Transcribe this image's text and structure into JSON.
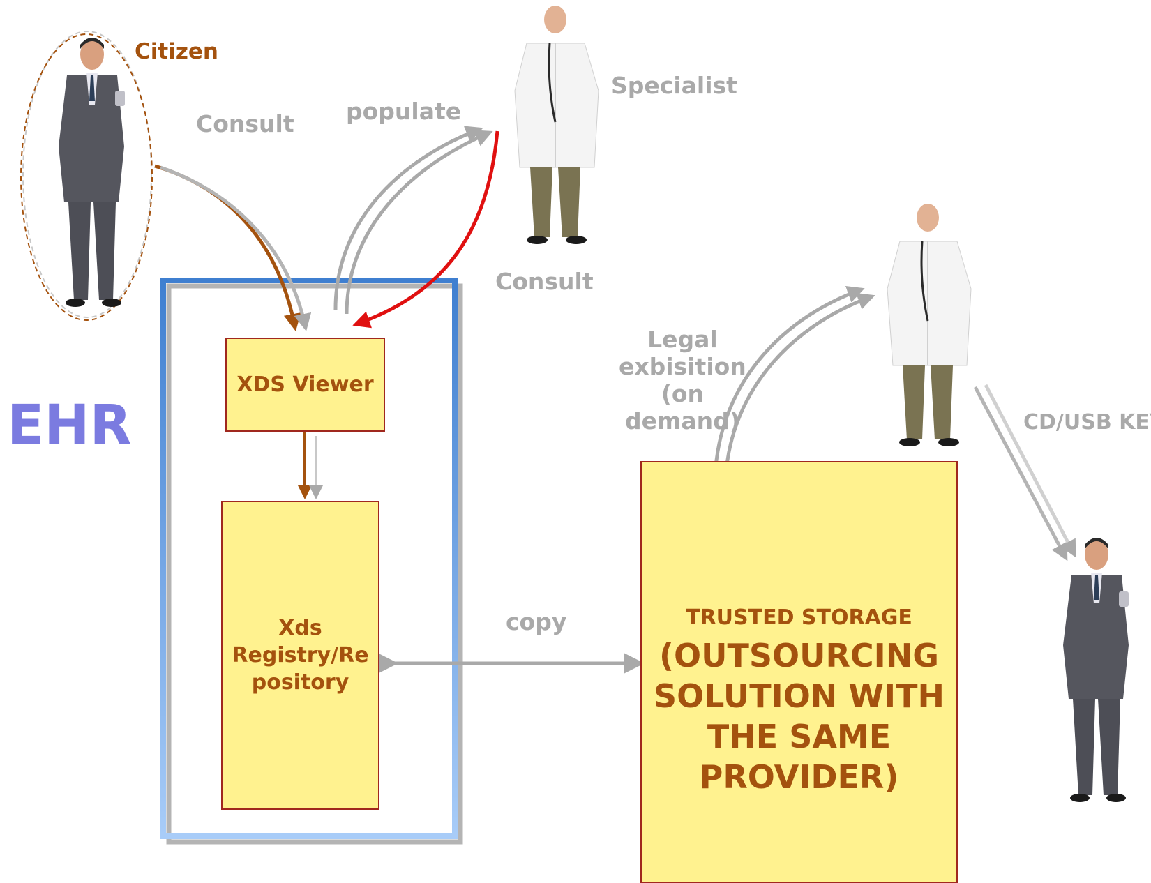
{
  "labels": {
    "citizen": "Citizen",
    "consult_top": "Consult",
    "populate": "populate",
    "specialist": "Specialist",
    "consult_mid": "Consult",
    "legal_line1": "Legal",
    "legal_line2": "exbisition",
    "legal_line3": "(on",
    "legal_line4": "demand)",
    "cd_usb": "CD/USB KEY",
    "copy": "copy",
    "ehr": "EHR"
  },
  "boxes": {
    "xds_viewer": "XDS Viewer",
    "registry_line1": "Xds",
    "registry_line2": "Registry/Re",
    "registry_line3": "pository",
    "trusted_title": "TRUSTED STORAGE",
    "trusted_line1": "(OUTSOURCING",
    "trusted_line2": "SOLUTION WITH",
    "trusted_line3": "THE SAME",
    "trusted_line4": "PROVIDER)"
  },
  "colors": {
    "box_fill": "#fff28f",
    "box_border": "#a0281e",
    "box_text": "#a4520e",
    "ehr_text": "#7b7be0",
    "ehr_frame": "#4a86d0",
    "arrow_grey": "#a9a9a9",
    "arrow_brown": "#a4520e",
    "arrow_red": "#e01010"
  }
}
